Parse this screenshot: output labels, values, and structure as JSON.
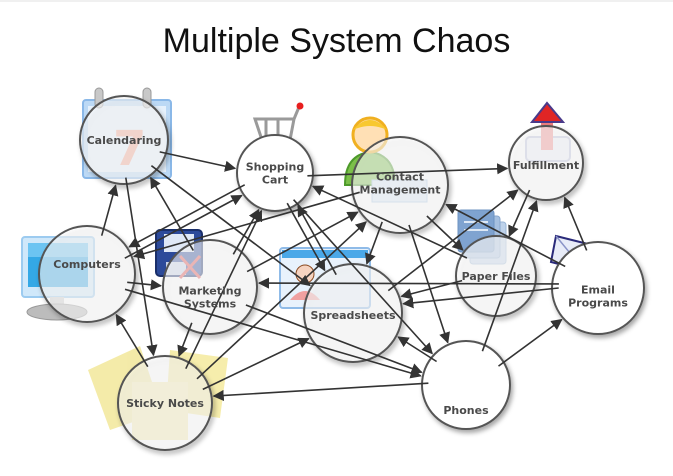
{
  "title": "Multiple System Chaos",
  "nodes": [
    {
      "id": "calendaring",
      "label": [
        "Calendaring"
      ],
      "icon": "calendar-icon"
    },
    {
      "id": "shopping-cart",
      "label": [
        "Shopping",
        "Cart"
      ],
      "icon": "shopping-cart-icon"
    },
    {
      "id": "contact-management",
      "label": [
        "Contact",
        "Management"
      ],
      "icon": "contact-person-icon"
    },
    {
      "id": "fulfillment",
      "label": [
        "Fulfillment"
      ],
      "icon": "outbox-arrow-icon"
    },
    {
      "id": "computers",
      "label": [
        "Computers"
      ],
      "icon": "monitor-icon"
    },
    {
      "id": "marketing-systems",
      "label": [
        "Marketing",
        "Systems"
      ],
      "icon": "floppy-disk-icon"
    },
    {
      "id": "spreadsheets",
      "label": [
        "Spreadsheets"
      ],
      "icon": "spreadsheet-person-icon"
    },
    {
      "id": "paper-files",
      "label": [
        "Paper Files"
      ],
      "icon": "paper-files-icon"
    },
    {
      "id": "email-programs",
      "label": [
        "Email",
        "Programs"
      ],
      "icon": "email-envelope-icon"
    },
    {
      "id": "sticky-notes",
      "label": [
        "Sticky Notes"
      ],
      "icon": "sticky-notes-icon"
    },
    {
      "id": "phones",
      "label": [
        "Phones"
      ],
      "icon": "telephone-icon"
    }
  ],
  "edges": [
    {
      "from": "calendaring",
      "to": "shopping-cart"
    },
    {
      "from": "computers",
      "to": "calendaring"
    },
    {
      "from": "computers",
      "to": "shopping-cart"
    },
    {
      "from": "shopping-cart",
      "to": "computers"
    },
    {
      "from": "computers",
      "to": "marketing-systems"
    },
    {
      "from": "computers",
      "to": "phones"
    },
    {
      "from": "calendaring",
      "to": "sticky-notes"
    },
    {
      "from": "calendaring",
      "to": "spreadsheets"
    },
    {
      "from": "marketing-systems",
      "to": "calendaring"
    },
    {
      "from": "marketing-systems",
      "to": "shopping-cart"
    },
    {
      "from": "marketing-systems",
      "to": "contact-management"
    },
    {
      "from": "contact-management",
      "to": "computers"
    },
    {
      "from": "marketing-systems",
      "to": "phones"
    },
    {
      "from": "sticky-notes",
      "to": "computers"
    },
    {
      "from": "marketing-systems",
      "to": "sticky-notes"
    },
    {
      "from": "sticky-notes",
      "to": "shopping-cart"
    },
    {
      "from": "sticky-notes",
      "to": "contact-management"
    },
    {
      "from": "sticky-notes",
      "to": "spreadsheets"
    },
    {
      "from": "phones",
      "to": "sticky-notes"
    },
    {
      "from": "shopping-cart",
      "to": "fulfillment"
    },
    {
      "from": "shopping-cart",
      "to": "spreadsheets"
    },
    {
      "from": "spreadsheets",
      "to": "shopping-cart"
    },
    {
      "from": "shopping-cart",
      "to": "phones"
    },
    {
      "from": "contact-management",
      "to": "spreadsheets"
    },
    {
      "from": "contact-management",
      "to": "paper-files"
    },
    {
      "from": "contact-management",
      "to": "phones"
    },
    {
      "from": "spreadsheets",
      "to": "fulfillment"
    },
    {
      "from": "email-programs",
      "to": "contact-management"
    },
    {
      "from": "paper-files",
      "to": "spreadsheets"
    },
    {
      "from": "paper-files",
      "to": "shopping-cart"
    },
    {
      "from": "fulfillment",
      "to": "paper-files"
    },
    {
      "from": "phones",
      "to": "fulfillment"
    },
    {
      "from": "email-programs",
      "to": "fulfillment"
    },
    {
      "from": "email-programs",
      "to": "marketing-systems"
    },
    {
      "from": "email-programs",
      "to": "spreadsheets"
    },
    {
      "from": "phones",
      "to": "email-programs"
    },
    {
      "from": "phones",
      "to": "spreadsheets"
    }
  ]
}
